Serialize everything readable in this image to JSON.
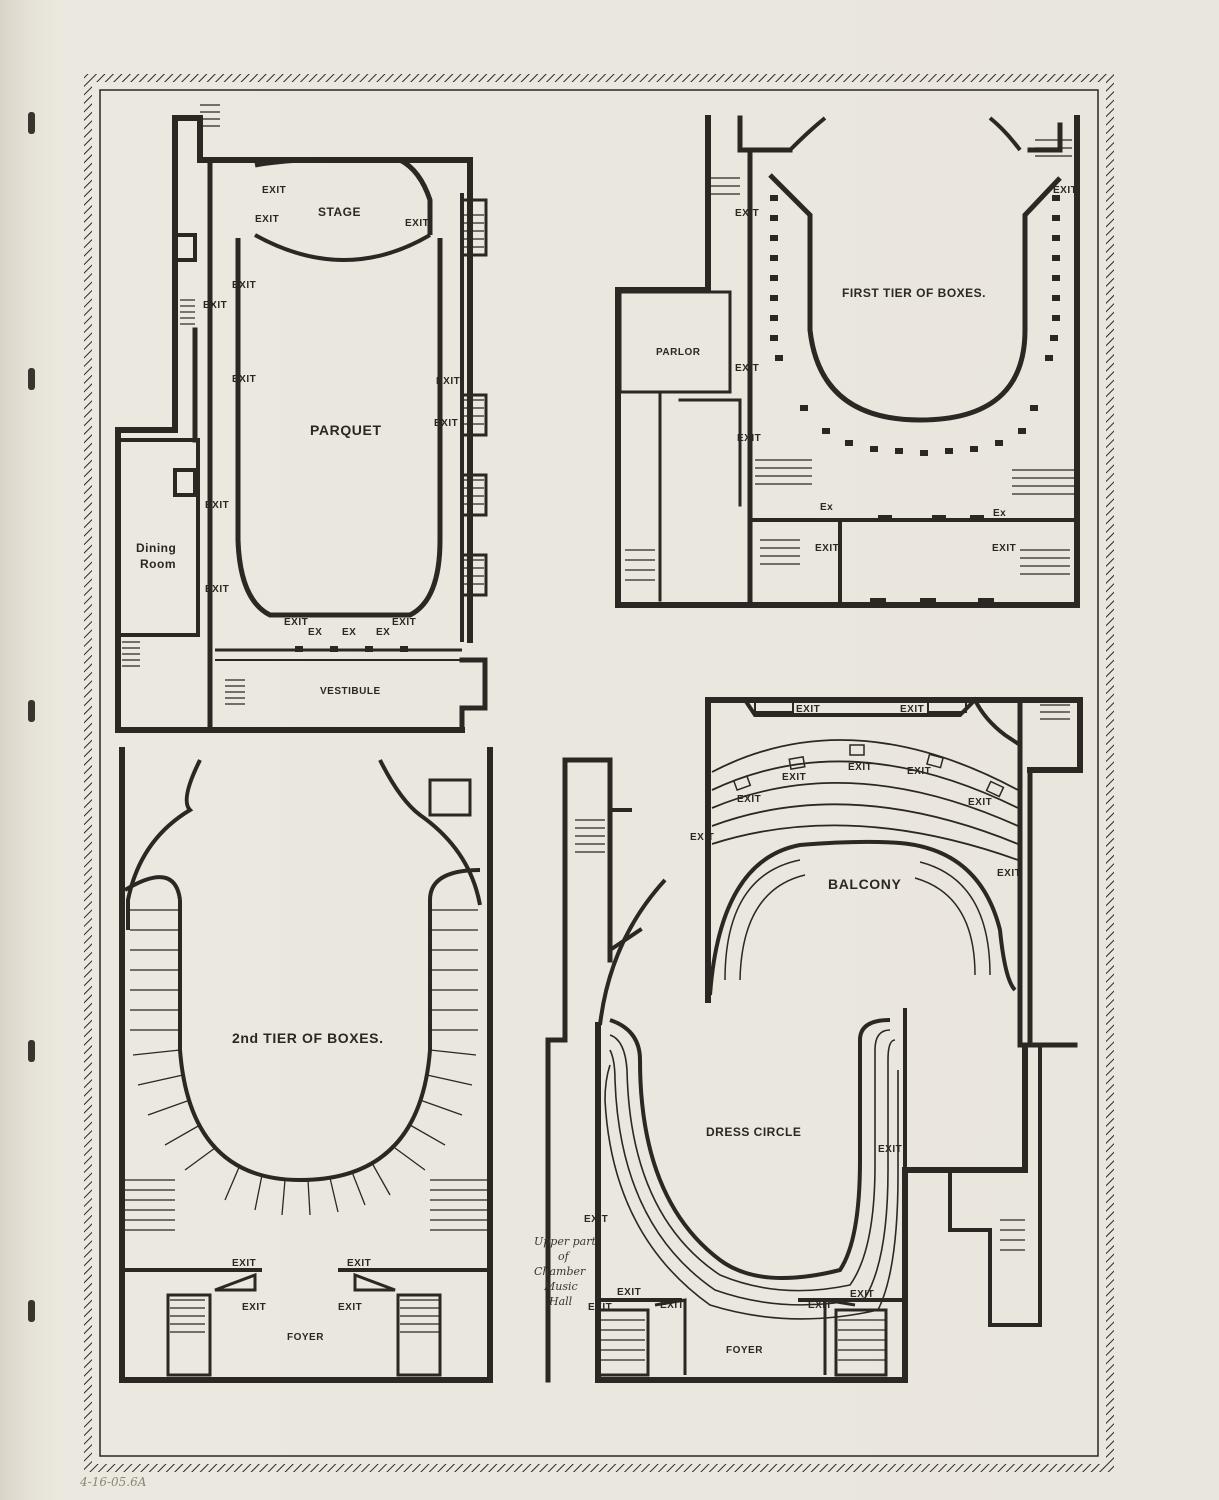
{
  "plans": {
    "top_left": {
      "stage": "STAGE",
      "parquet": "PARQUET",
      "dining_room_1": "Dining",
      "dining_room_2": "Room",
      "vestibule": "VESTIBULE",
      "exit": "EXIT",
      "ex": "EX"
    },
    "top_right": {
      "title": "FIRST TIER OF BOXES.",
      "parlor": "PARLOR",
      "exit": "EXIT",
      "ex": "Ex"
    },
    "bottom_left": {
      "title": "2nd TIER OF BOXES.",
      "foyer": "FOYER",
      "exit": "EXIT"
    },
    "bottom_right": {
      "balcony": "BALCONY",
      "dress_circle": "DRESS CIRCLE",
      "foyer": "FOYER",
      "exit": "EXIT",
      "chamber_1": "Upper part",
      "chamber_2": "of",
      "chamber_3": "Chamber",
      "chamber_4": "Music",
      "chamber_5": "Hall"
    }
  },
  "catalog_mark": "4-16-05.6A"
}
